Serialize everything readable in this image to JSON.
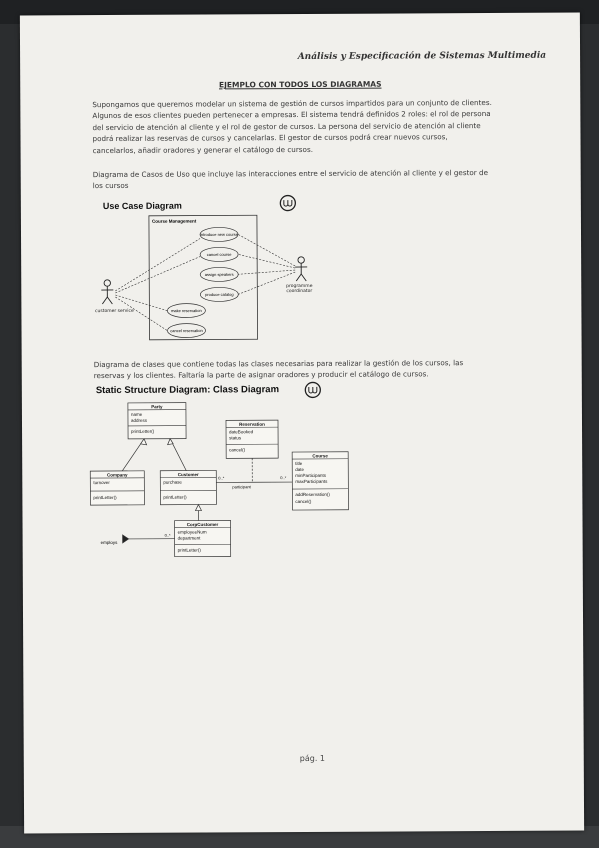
{
  "header": {
    "course": "Análisis y Especificación de Sistemas Multimedia"
  },
  "document": {
    "title": "EJEMPLO CON TODOS LOS DIAGRAMAS",
    "intro": "Supongamos que queremos modelar un sistema de gestión de cursos impartidos para un conjunto de clientes. Algunos de esos clientes pueden pertenecer a empresas. El sistema tendrá definidos 2 roles: el rol de persona del servicio de atención al cliente y el rol de gestor de cursos. La persona del servicio de atención al cliente podrá realizar las reservas de cursos y cancelarlas. El gestor de cursos podrá crear nuevos cursos, cancelarlos, añadir oradores y generar el catálogo de cursos.",
    "usecase_intro": "Diagrama de Casos de Uso que incluye las interacciones entre el servicio de atención al cliente y el gestor de los cursos",
    "class_intro": "Diagrama de clases que contiene todas las clases necesarias para realizar la gestión de los cursos, las reservas y los clientes. Faltaría la parte de asignar oradores y producir el catálogo de cursos.",
    "page_number": "pág. 1"
  },
  "usecase_diagram": {
    "title": "Use Case Diagram",
    "boundary": "Course Management",
    "use_cases": [
      "introduce new course",
      "cancel course",
      "assign speakers",
      "produce catalog",
      "make reservation",
      "cancel reservation"
    ],
    "actors": {
      "left": "customer service",
      "right": "programme coordinator"
    }
  },
  "class_diagram": {
    "title": "Static Structure Diagram: Class Diagram",
    "classes": {
      "party": {
        "name": "Party",
        "attributes": [
          "name",
          "address"
        ],
        "operations": [
          "printLetter()"
        ]
      },
      "reservation": {
        "name": "Reservation",
        "attributes": [
          "dateBooked",
          "status"
        ],
        "operations": [
          "cancel()"
        ]
      },
      "course": {
        "name": "Course",
        "attributes": [
          "title",
          "date",
          "minParticipants",
          "maxParticipants"
        ],
        "operations": [
          "addReservation()",
          "cancel()"
        ]
      },
      "company": {
        "name": "Company",
        "attributes": [
          "turnover"
        ],
        "operations": [
          "printLetter()"
        ]
      },
      "customer": {
        "name": "Customer",
        "attributes": [
          "purchase"
        ],
        "operations": [
          "printLetter()"
        ]
      },
      "corp_customer": {
        "name": "CorpCustomer",
        "attributes": [
          "employeeNum",
          "department"
        ],
        "operations": [
          "printLetter()"
        ]
      }
    },
    "labels": {
      "participant": "participant",
      "employs": "employs",
      "mult_many": "0..*",
      "mult_one": "1"
    }
  }
}
